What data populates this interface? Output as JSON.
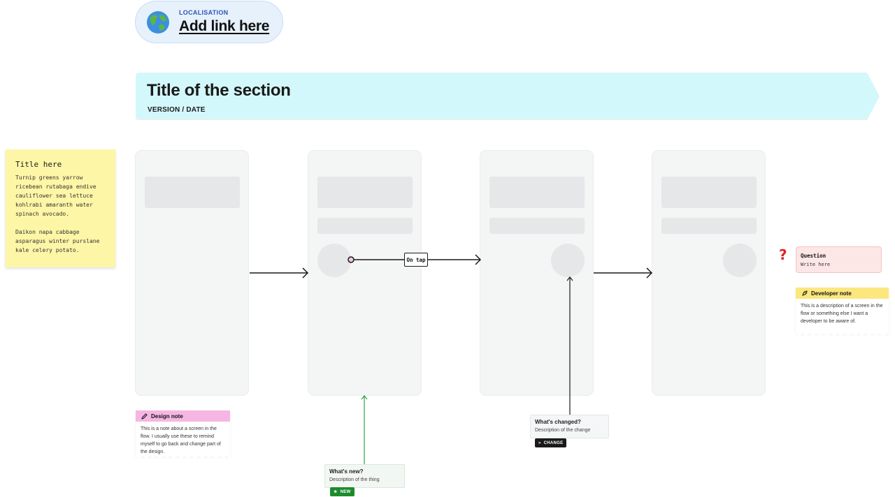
{
  "localisation": {
    "label": "LOCALISATION",
    "link_text": "Add link here",
    "icon": "globe-icon"
  },
  "section": {
    "title": "Title of the section",
    "subtitle": "VERSION / DATE",
    "color": "#d3f8fb"
  },
  "sticky": {
    "title": "Title here",
    "text": "Turnip greens yarrow ricebean rutabaga endive cauliflower sea lettuce kohlrabi amaranth water spinach avocado.\n\nDaikon napa cabbage asparagus winter purslane kale celery potato."
  },
  "connector": {
    "on_tap_label": "On tap"
  },
  "design_note": {
    "title": "Design note",
    "body": "This is a note about a screen in the flow. I usually use these to remind myself to go back and change part of the design.",
    "icon": "pencil-icon",
    "color": "#f6b6e3"
  },
  "question": {
    "title": "Question",
    "text": "Write here",
    "icon": "question-mark-icon",
    "color": "#e02424"
  },
  "developer_note": {
    "title": "Developer note",
    "body": "This is a description of a screen in the flow or something else I want a developer to be aware of.",
    "icon": "rocket-icon",
    "color": "#fbe77d"
  },
  "whats_new": {
    "title": "What's new?",
    "description": "Description of the thing",
    "badge": "NEW",
    "badge_color": "#1d8a2e"
  },
  "whats_changed": {
    "title": "What's changed?",
    "description": "Description of the change",
    "badge": "CHANGE",
    "badge_color": "#1a1a1a"
  }
}
